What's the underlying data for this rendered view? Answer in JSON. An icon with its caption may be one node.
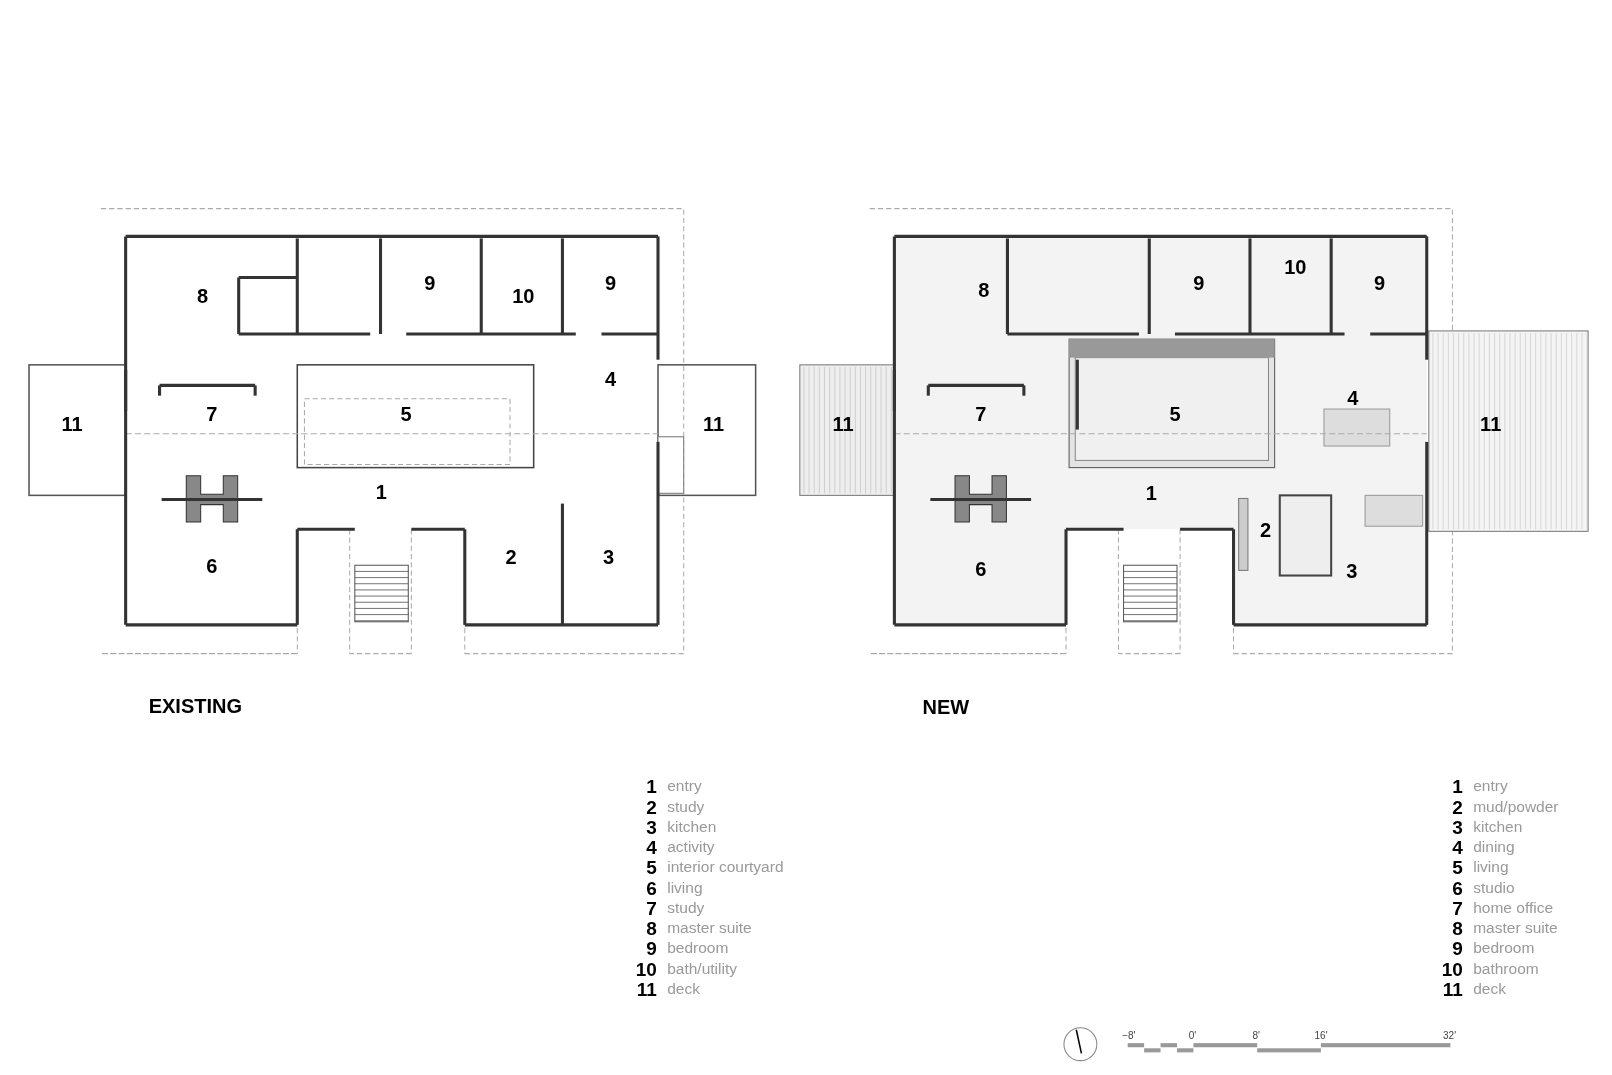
{
  "diagram": {
    "labels": [
      "8",
      "9",
      "10",
      "9",
      "4",
      "11",
      "7",
      "5",
      "11",
      "1",
      "6",
      "2",
      "3",
      "EXISTING",
      "10",
      "8",
      "9",
      "9",
      "4",
      "11",
      "7",
      "5",
      "11",
      "1",
      "2",
      "6",
      "3",
      "NEW",
      "1",
      "entry",
      "2",
      "study",
      "3",
      "kitchen",
      "4",
      "activity",
      "5",
      "interior courtyard",
      "6",
      "living",
      "7",
      "study",
      "8",
      "master suite",
      "9",
      "bedroom",
      "10",
      "bath/utility",
      "11",
      "deck",
      "1",
      "entry",
      "2",
      "mud/powder",
      "3",
      "kitchen",
      "4",
      "dining",
      "5",
      "living",
      "6",
      "studio",
      "7",
      "home office",
      "8",
      "master suite",
      "9",
      "bedroom",
      "10",
      "bathroom",
      "11",
      "deck",
      "−8'",
      "0'",
      "8'",
      "16'",
      "32'"
    ]
  }
}
